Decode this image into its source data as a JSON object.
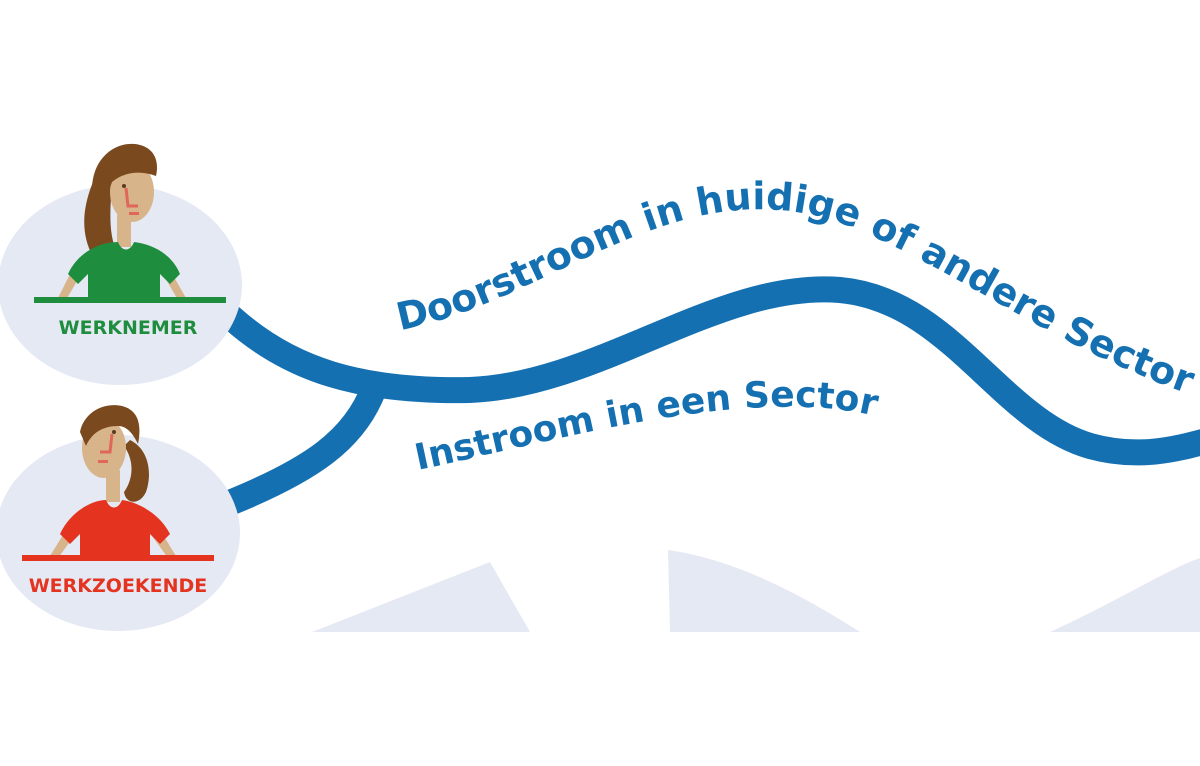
{
  "flows": {
    "doorstroom": "Doorstroom in huidige of andere Sector",
    "instroom": "Instroom in een Sector"
  },
  "persons": [
    {
      "role": "WERKNEMER",
      "shirt_color": "#1E8E3E",
      "label_color": "#1E8E3E"
    },
    {
      "role": "WERKZOEKENDE",
      "shirt_color": "#E4341F",
      "label_color": "#E4341F"
    }
  ],
  "colors": {
    "flow": "#1570B2",
    "bubble": "#E5E9F4",
    "mountain": "#E5E9F4",
    "hair": "#7A4A1E",
    "skin": "#D8B48A",
    "nose": "#E0685A"
  }
}
